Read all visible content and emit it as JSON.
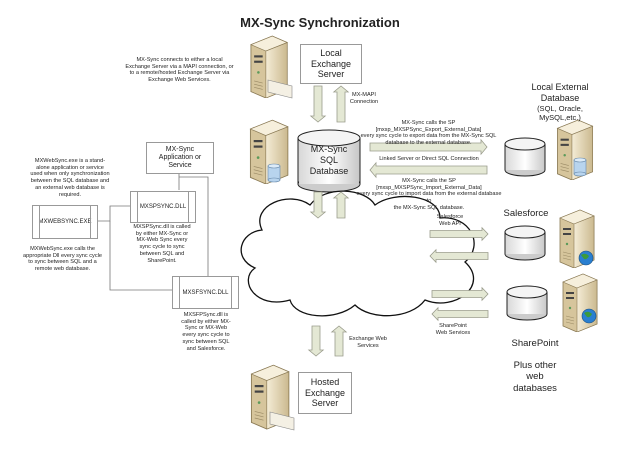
{
  "title": "MX-Sync Synchronization",
  "notes": {
    "exchange_connect": "MX-Sync connects to either a local\nExchange Server via a MAPI connection, or\nto a remote/hosted Exchange Server via\nExchange Web Services.",
    "mapi": "MX-MAPI\nConnection",
    "export": "MX-Sync calls the SP [mxsp_MXSPSync_Export_External_Data]\nevery sync cycle to export data from the MX-Sync SQL\ndatabase to the external database.",
    "linked": "Linked Server or Direct SQL Connection",
    "import": "MX-Sync calls the SP [mxsp_MXSPSync_Import_External_Data]\nevery sync cycle to import data from the external database to\nthe MX-Sync SQL database.",
    "mxwebsync_desc": "MXWebSync.exe is a stand-\nalone application or service\nused when only synchronization\nbetween the SQL database and\nan external web database is\nrequired.",
    "mxwebsync_calls": "MXWebSync.exe calls the\nappropriate Dll every sync cycle\nto sync between SQL and a\nremote web database.",
    "mxspsync_desc": "MXSPSync.dll is called\nby either MX-Sync or\nMX-Web Sync every\nsync cycle to sync\nbetween SQL and\nSharePoint.",
    "mxsfsync_desc": "MXSFPSync.dll is\ncalled by either MX-\nSync or MX-Web\nevery sync cycle to\nsync between SQL\nand Salesforce.",
    "ews": "Exchange Web\nServices",
    "sf_api": "Salesforce\nWeb API",
    "sp_ws": "SharePoint\nWeb Services"
  },
  "nodes": {
    "local_exchange": "Local\nExchange\nServer",
    "sql_db": "MX-Sync\nSQL\nDatabase",
    "local_external": "Local External\nDatabase",
    "local_external_sub": "(SQL, Oracle,\nMySQL,etc.)",
    "app": "MX-Sync\nApplication or\nService",
    "mxspsync": "MXSPSYNC.DLL",
    "mxwebsync": "MXWEBSYNC.EXE",
    "mxsfsync": "MXSFSYNC.DLL",
    "hosted_exchange": "Hosted\nExchange\nServer",
    "salesforce": "Salesforce",
    "sharepoint": "SharePoint",
    "plus_other": "Plus other\nweb\ndatabases"
  },
  "colors": {
    "arrow_fill": "#e4e8d4",
    "arrow_stroke": "#9a9c8c",
    "server": "#e9dcbc",
    "globe": "#2a7fd0"
  }
}
